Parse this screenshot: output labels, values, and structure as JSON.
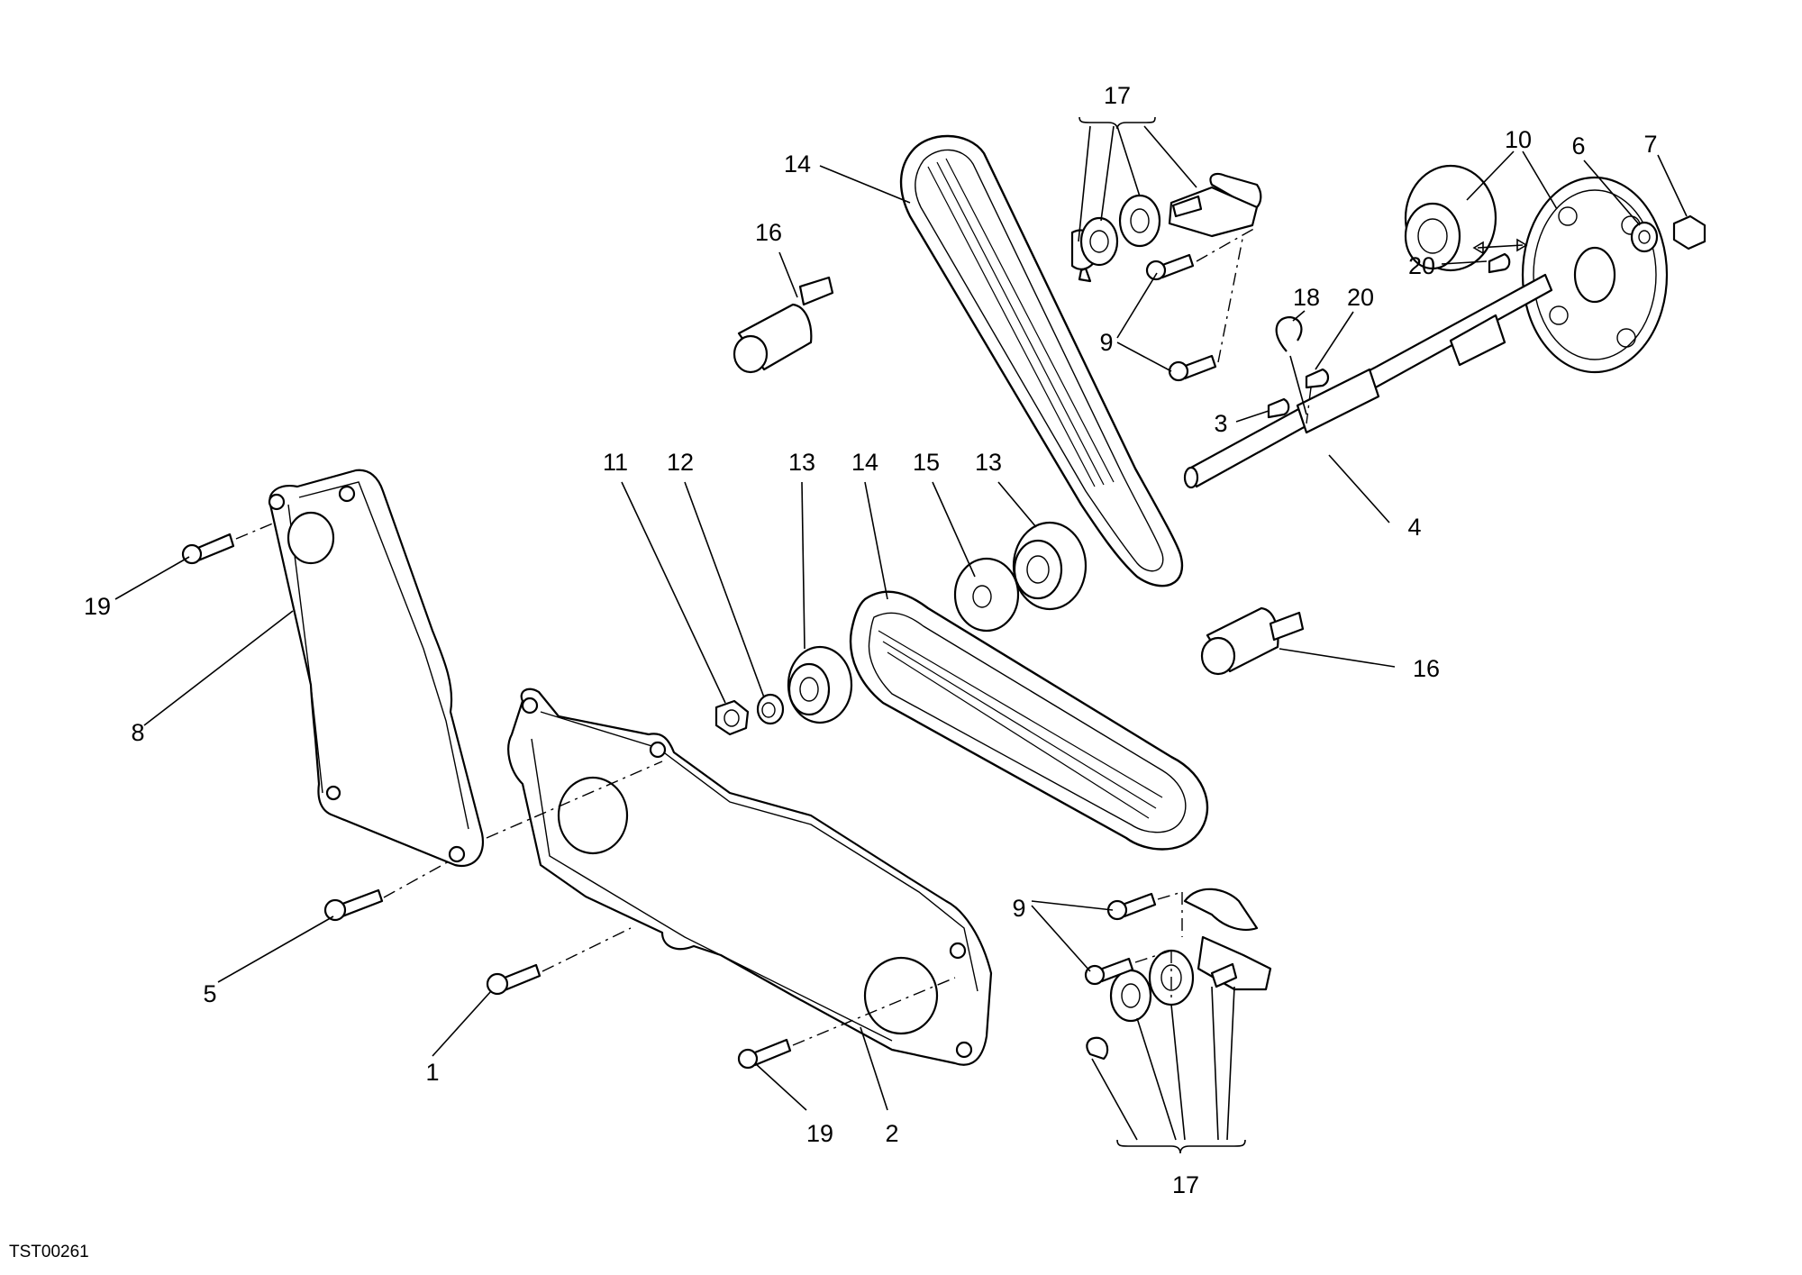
{
  "drawing_code": "TST00261",
  "callouts": [
    {
      "id": "c-17-top",
      "text": "17"
    },
    {
      "id": "c-14-top",
      "text": "14"
    },
    {
      "id": "c-16-top",
      "text": "16"
    },
    {
      "id": "c-10",
      "text": "10"
    },
    {
      "id": "c-6",
      "text": "6"
    },
    {
      "id": "c-7",
      "text": "7"
    },
    {
      "id": "c-20-left",
      "text": "20"
    },
    {
      "id": "c-18",
      "text": "18"
    },
    {
      "id": "c-20-right",
      "text": "20"
    },
    {
      "id": "c-9-top",
      "text": "9"
    },
    {
      "id": "c-3",
      "text": "3"
    },
    {
      "id": "c-4",
      "text": "4"
    },
    {
      "id": "c-11",
      "text": "11"
    },
    {
      "id": "c-12",
      "text": "12"
    },
    {
      "id": "c-13-left",
      "text": "13"
    },
    {
      "id": "c-14-mid",
      "text": "14"
    },
    {
      "id": "c-15",
      "text": "15"
    },
    {
      "id": "c-13-right",
      "text": "13"
    },
    {
      "id": "c-19-left",
      "text": "19"
    },
    {
      "id": "c-8",
      "text": "8"
    },
    {
      "id": "c-16-right",
      "text": "16"
    },
    {
      "id": "c-9-bottom",
      "text": "9"
    },
    {
      "id": "c-5",
      "text": "5"
    },
    {
      "id": "c-1",
      "text": "1"
    },
    {
      "id": "c-19-bottom",
      "text": "19"
    },
    {
      "id": "c-2",
      "text": "2"
    },
    {
      "id": "c-17-bottom",
      "text": "17"
    }
  ]
}
